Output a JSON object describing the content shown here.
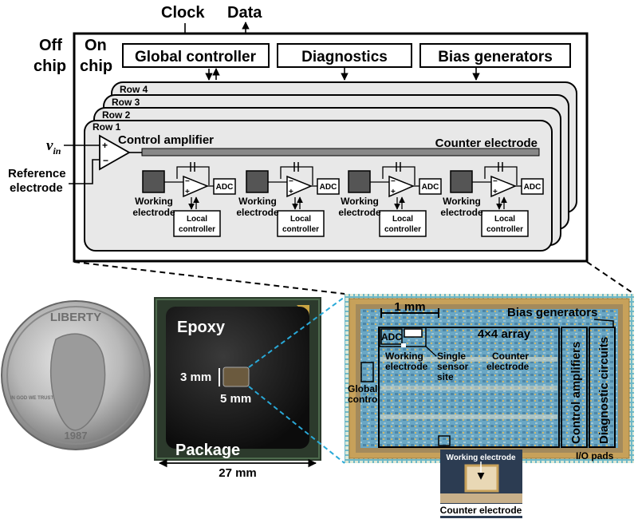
{
  "signals": {
    "clock": "Clock",
    "data": "Data"
  },
  "labels": {
    "off_chip_1": "Off",
    "off_chip_2": "chip",
    "on_chip_1": "On",
    "on_chip_2": "chip",
    "v_in": "v",
    "v_in_sub": "in",
    "reference_electrode_1": "Reference",
    "reference_electrode_2": "electrode"
  },
  "blocks": {
    "global_controller": "Global controller",
    "diagnostics": "Diagnostics",
    "bias_generators": "Bias generators"
  },
  "rows": [
    "Row 1",
    "Row 2",
    "Row 3",
    "Row 4"
  ],
  "row1": {
    "control_amplifier": "Control amplifier",
    "counter_electrode": "Counter electrode",
    "adc": "ADC",
    "working_electrode_1": "Working",
    "working_electrode_2": "electrode",
    "local_controller_1": "Local",
    "local_controller_2": "controller"
  },
  "photos": {
    "epoxy": "Epoxy",
    "dim_3mm": "3 mm",
    "dim_5mm": "5 mm",
    "package": "Package",
    "dim_27mm": "27 mm"
  },
  "die": {
    "scale_1mm": "1 mm",
    "bias_generators": "Bias generators",
    "array": "4×4 array",
    "adc": "ADC",
    "working_electrode_1": "Working",
    "working_electrode_2": "electrode",
    "single_sensor_1": "Single",
    "single_sensor_2": "sensor",
    "single_sensor_3": "site",
    "counter_electrode_1": "Counter",
    "counter_electrode_2": "electrode",
    "global_control_1": "Global",
    "global_control_2": "control",
    "control_amplifiers": "Control amplifiers",
    "diagnostic_circuits": "Diagnostic circuits",
    "io_pads": "I/O pads",
    "inset_working_electrode": "Working electrode",
    "inset_counter_electrode": "Counter electrode"
  },
  "coin": {
    "liberty": "LIBERTY",
    "in_god_we_trust": "IN GOD WE TRUST",
    "year": "1987"
  }
}
